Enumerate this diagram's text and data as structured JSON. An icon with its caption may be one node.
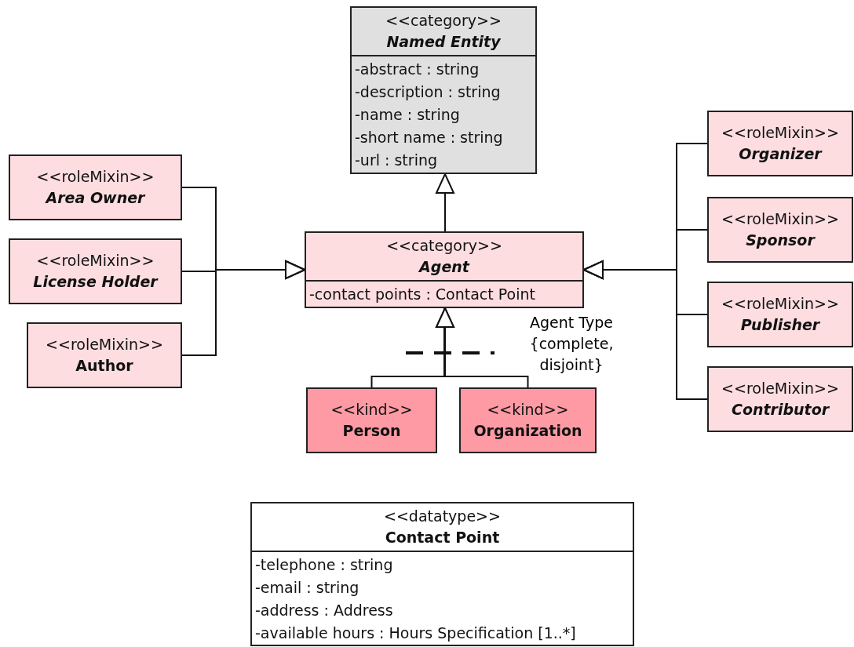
{
  "diagram": {
    "nodes": [
      {
        "text": [
          "<<category>>",
          "Named Entity",
          "-abstract : string",
          "-description : string",
          "-name : string",
          "-short name : string",
          "-url : string"
        ]
      },
      {
        "text": [
          "<<category>>",
          "Agent",
          "-contact points : Contact Point"
        ]
      },
      {
        "text": [
          "<<roleMixin>>",
          "Area Owner"
        ]
      },
      {
        "text": [
          "<<roleMixin>>",
          "License Holder"
        ]
      },
      {
        "text": [
          "<<roleMixin>>",
          "Author"
        ]
      },
      {
        "text": [
          "<<roleMixin>>",
          "Organizer"
        ]
      },
      {
        "text": [
          "<<roleMixin>>",
          "Sponsor"
        ]
      },
      {
        "text": [
          "<<roleMixin>>",
          "Publisher"
        ]
      },
      {
        "text": [
          "<<roleMixin>>",
          "Contributor"
        ]
      },
      {
        "text": [
          "<<kind>>",
          "Person"
        ]
      },
      {
        "text": [
          "<<kind>>",
          "Organization"
        ]
      },
      {
        "text": [
          "<<datatype>>",
          "Contact Point",
          "-telephone : string",
          "-email : string",
          "-address : Address",
          "-available hours : Hours Specification [1..*]"
        ]
      }
    ],
    "edges": [
      {
        "from": 1,
        "to": 0,
        "arrow": "to"
      },
      {
        "from": 2,
        "to": 1,
        "arrow": "to"
      },
      {
        "from": 3,
        "to": 1,
        "arrow": "to"
      },
      {
        "from": 4,
        "to": 1,
        "arrow": "to"
      },
      {
        "from": 5,
        "to": 1,
        "arrow": "to"
      },
      {
        "from": 6,
        "to": 1,
        "arrow": "to"
      },
      {
        "from": 7,
        "to": 1,
        "arrow": "to"
      },
      {
        "from": 8,
        "to": 1,
        "arrow": "to"
      },
      {
        "from": 9,
        "to": 1,
        "arrow": "to"
      },
      {
        "from": 10,
        "to": 1,
        "arrow": "to"
      }
    ],
    "labels": [
      "Agent Type {complete, disjoint}"
    ]
  }
}
